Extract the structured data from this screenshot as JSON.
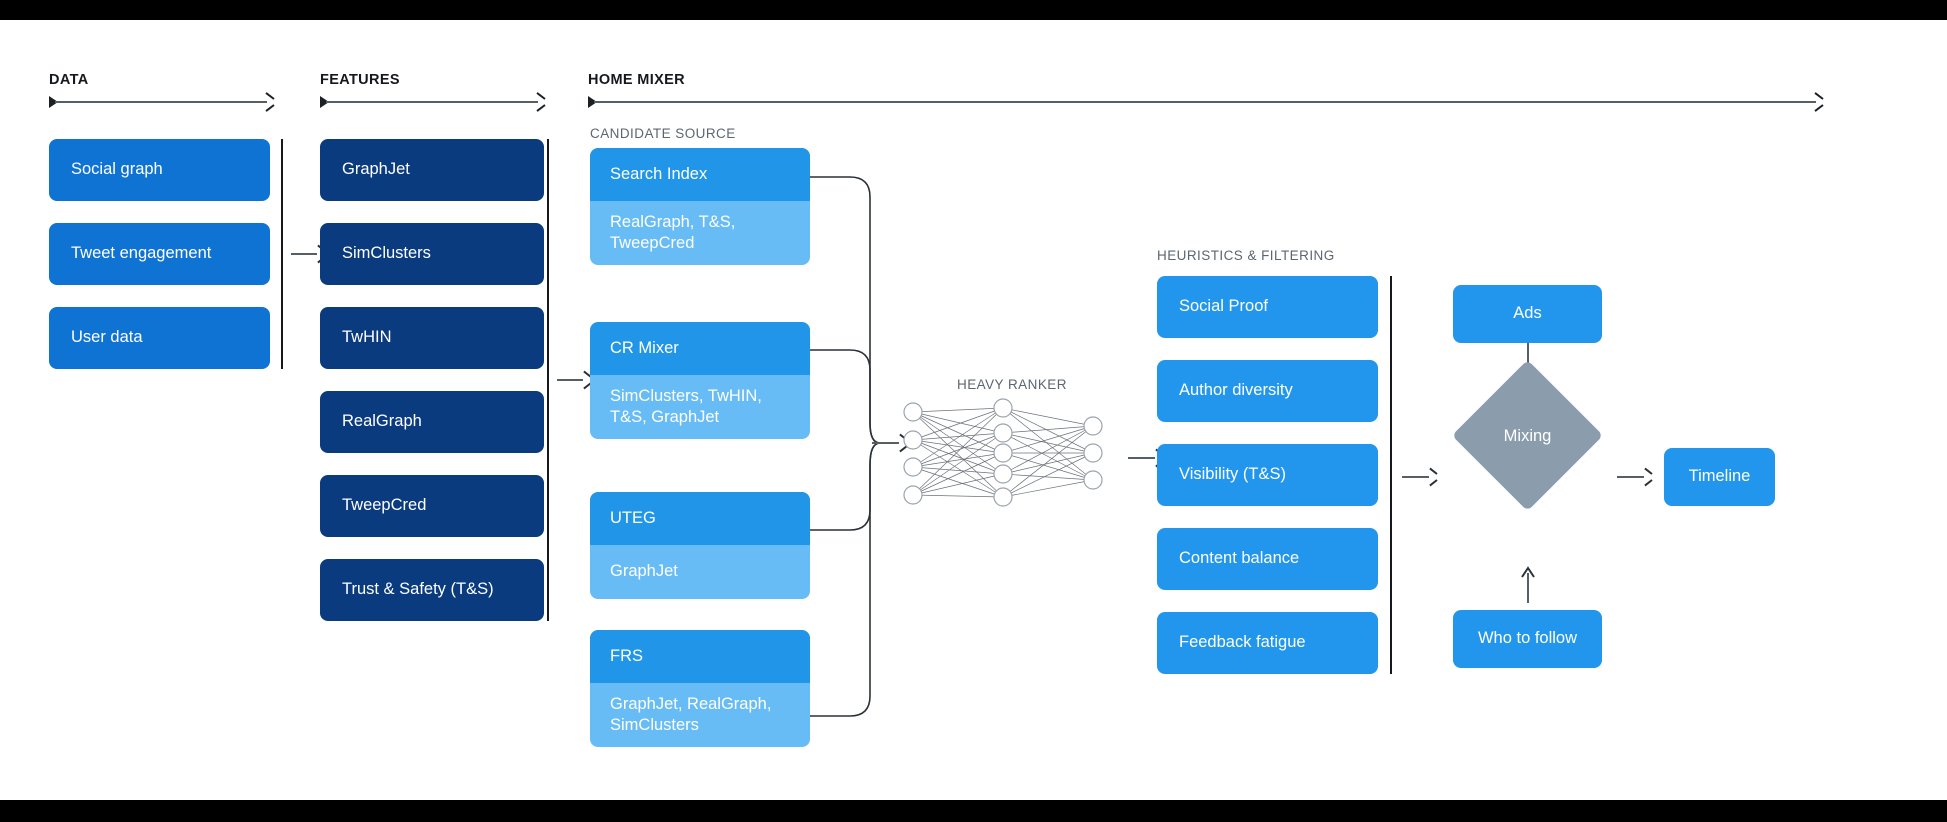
{
  "sections": {
    "data": {
      "title": "DATA"
    },
    "features": {
      "title": "FEATURES"
    },
    "home_mixer": {
      "title": "HOME MIXER"
    },
    "candidate_source": {
      "title": "CANDIDATE SOURCE"
    },
    "heavy_ranker": {
      "title": "HEAVY RANKER"
    },
    "heuristics": {
      "title": "HEURISTICS & FILTERING"
    }
  },
  "data_boxes": [
    {
      "label": "Social graph"
    },
    {
      "label": "Tweet engagement"
    },
    {
      "label": "User data"
    }
  ],
  "feature_boxes": [
    {
      "label": "GraphJet"
    },
    {
      "label": "SimClusters"
    },
    {
      "label": "TwHIN"
    },
    {
      "label": "RealGraph"
    },
    {
      "label": "TweepCred"
    },
    {
      "label": "Trust & Safety (T&S)"
    }
  ],
  "candidate_sources": [
    {
      "title": "Search Index",
      "features": "RealGraph, T&S,\nTweepCred"
    },
    {
      "title": "CR Mixer",
      "features": "SimClusters, TwHIN,\nT&S, GraphJet"
    },
    {
      "title": "UTEG",
      "features": "GraphJet"
    },
    {
      "title": "FRS",
      "features": "GraphJet, RealGraph,\nSimClusters"
    }
  ],
  "heuristic_boxes": [
    {
      "label": "Social Proof"
    },
    {
      "label": "Author diversity"
    },
    {
      "label": "Visibility (T&S)"
    },
    {
      "label": "Content balance"
    },
    {
      "label": "Feedback fatigue"
    }
  ],
  "output": {
    "ads": "Ads",
    "mixing": "Mixing",
    "who_to_follow": "Who to follow",
    "timeline": "Timeline"
  },
  "neural_net": {
    "layers": [
      4,
      5,
      3
    ]
  },
  "colors": {
    "data_blue": "#0f73d4",
    "feature_navy": "#0a3b7f",
    "candidate_head": "#2196e8",
    "candidate_body": "#67bcf5",
    "heuristic_blue": "#2196ec",
    "mixing_gray": "#8b9cad",
    "line_gray": "#565e66",
    "text_dark": "#15181c",
    "text_muted": "#5b6672"
  }
}
